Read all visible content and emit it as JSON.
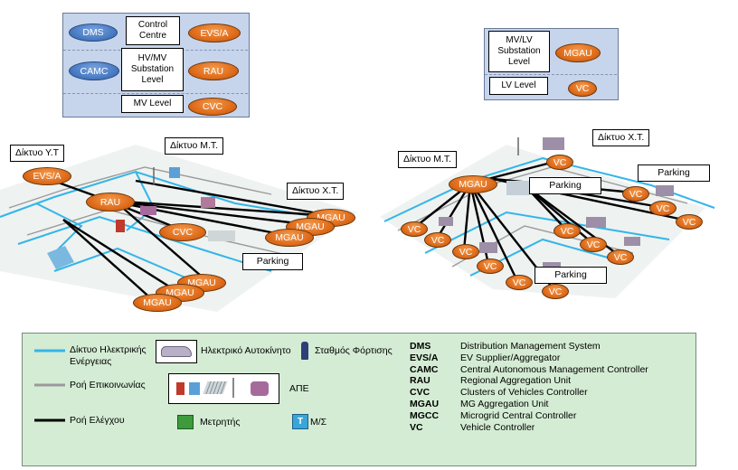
{
  "legend_left": {
    "dms": "DMS",
    "control_centre": "Control Centre",
    "evsa": "EVS/A",
    "camc": "CAMC",
    "hvmv": "HV/MV Substation Level",
    "rau": "RAU",
    "mv_level": "MV Level",
    "cvc": "CVC"
  },
  "legend_right": {
    "mvlv": "MV/LV Substation Level",
    "mgau": "MGAU",
    "lv_level": "LV Level",
    "vc": "VC"
  },
  "left_network": {
    "hv_label": "Δίκτυο Υ.Τ",
    "mv_label": "Δίκτυο Μ.Τ.",
    "lv_label": "Δίκτυο Χ.Τ.",
    "parking": "Parking",
    "evsa": "EVS/A",
    "rau": "RAU",
    "cvc": "CVC",
    "mgau": "MGAU"
  },
  "right_network": {
    "mv_label": "Δίκτυο Μ.Τ.",
    "lv_label": "Δίκτυο Χ.Τ.",
    "parking": "Parking",
    "mgau": "MGAU",
    "vc": "VC"
  },
  "key": {
    "power_network": "Δίκτυο  Ηλεκτρικής Ενέργειας",
    "comm_flow": "Ροή  Επικοινωνίας",
    "control_flow": "Ροή Ελέγχου",
    "ev": "Ηλεκτρικό Αυτοκίνητο",
    "charging_station": "Σταθμός Φόρτισης",
    "res": "ΑΠΕ",
    "meter": "Μετρητής",
    "substation": "Μ/Σ",
    "substation_icon_letter": "T",
    "line_colors": {
      "power": "#33b5ea",
      "comm": "#9a9a9a",
      "control": "#000000"
    }
  },
  "glossary": [
    {
      "abbr": "DMS",
      "desc": "Distribution Management  System"
    },
    {
      "abbr": "EVS/A",
      "desc": "EV Supplier/Aggregator"
    },
    {
      "abbr": "CAMC",
      "desc": "Central Autonomous Management Controller"
    },
    {
      "abbr": "RAU",
      "desc": "Regional Aggregation Unit"
    },
    {
      "abbr": "CVC",
      "desc": "Clusters of Vehicles Controller"
    },
    {
      "abbr": "MGAU",
      "desc": "MG Aggregation Unit"
    },
    {
      "abbr": "MGCC",
      "desc": "Microgrid Central Controller"
    },
    {
      "abbr": "VC",
      "desc": "Vehicle Controller"
    }
  ]
}
